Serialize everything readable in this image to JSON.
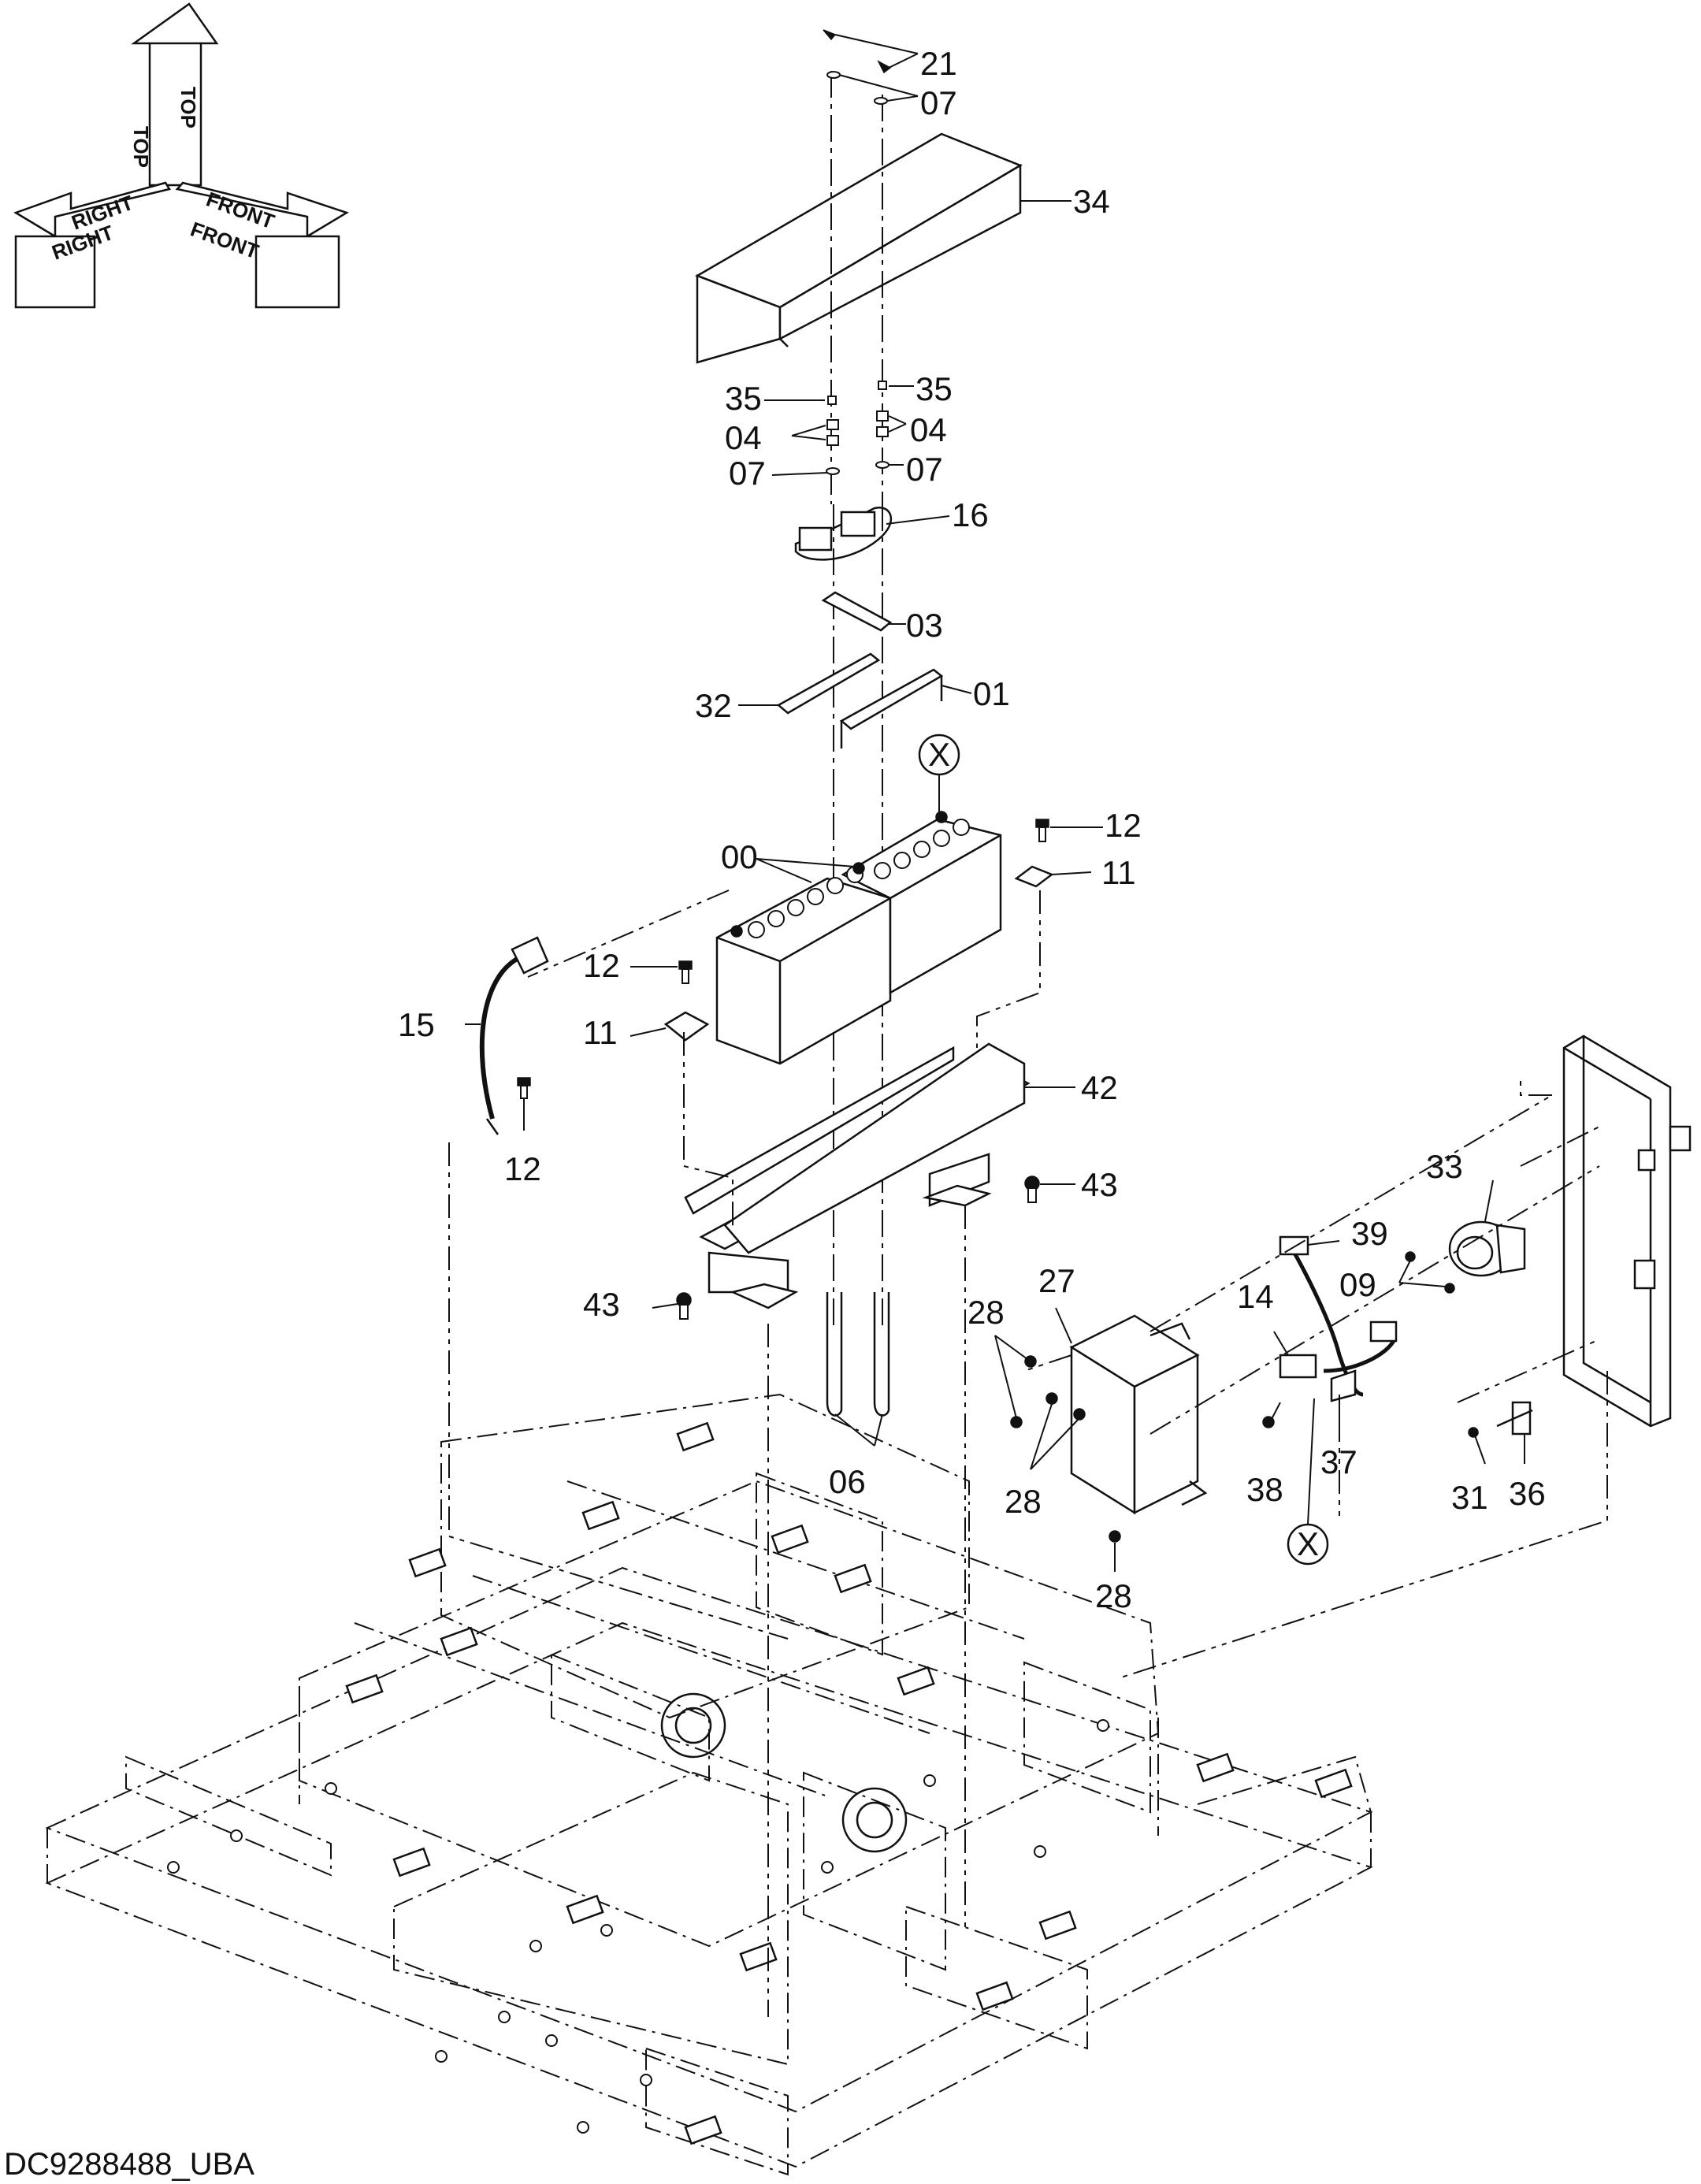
{
  "orientation": {
    "top_label": "TOP",
    "right_label": "RIGHT",
    "front_label": "FRONT"
  },
  "callouts": {
    "c00": "00",
    "c01": "01",
    "c03": "03",
    "c04a": "04",
    "c04b": "04",
    "c06": "06",
    "c07a": "07",
    "c07b": "07",
    "c07c": "07",
    "c09": "09",
    "c11a": "11",
    "c11b": "11",
    "c12a": "12",
    "c12b": "12",
    "c12c": "12",
    "c14": "14",
    "c15": "15",
    "c16": "16",
    "c21": "21",
    "c27": "27",
    "c28a": "28",
    "c28b": "28",
    "c28c": "28",
    "c31": "31",
    "c32": "32",
    "c33": "33",
    "c34": "34",
    "c35a": "35",
    "c35b": "35",
    "c36": "36",
    "c37": "37",
    "c38": "38",
    "c39": "39",
    "c42": "42",
    "c43a": "43",
    "c43b": "43",
    "xa": "X",
    "xb": "X"
  },
  "drawing_code": "DC9288488_UBA",
  "colors": {
    "ink": "#111111",
    "paper": "#ffffff"
  }
}
